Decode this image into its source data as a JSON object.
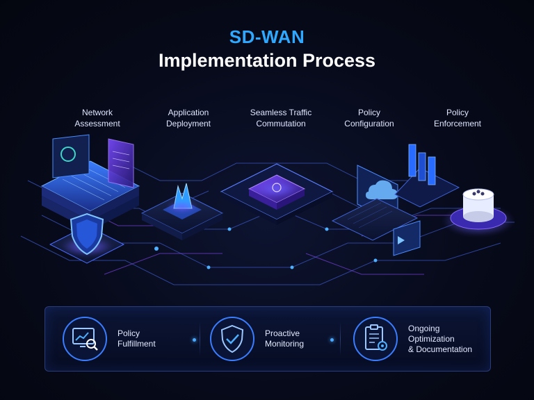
{
  "header": {
    "title_line1": "SD-WAN",
    "title_line2": "Implementation Process"
  },
  "steps": [
    {
      "label": "Network\nAssessment"
    },
    {
      "label": "Application\nDeployment"
    },
    {
      "label": "Seamless Traffic\nCommutation"
    },
    {
      "label": "Policy\nConfiguration"
    },
    {
      "label": "Policy\nEnforcement"
    }
  ],
  "features": [
    {
      "label": "Policy\nFulfillment",
      "icon": "monitor-chart-magnifier-icon"
    },
    {
      "label": "Proactive\nMonitoring",
      "icon": "shield-check-icon"
    },
    {
      "label": "Ongoing\nOptimization\n& Documentation",
      "icon": "clipboard-gear-icon"
    }
  ],
  "colors": {
    "accent_blue": "#2fa8ff",
    "accent_purple": "#8a4dff",
    "background": "#070a1a"
  }
}
